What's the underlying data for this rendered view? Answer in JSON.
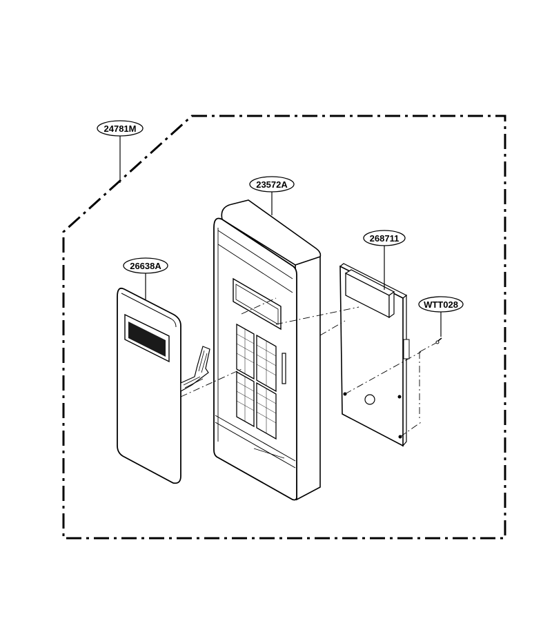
{
  "diagram": {
    "parts": [
      {
        "id": "assembly",
        "label": "24781M"
      },
      {
        "id": "control-panel-frame",
        "label": "23572A"
      },
      {
        "id": "membrane-keypad",
        "label": "26638A"
      },
      {
        "id": "pcb-board",
        "label": "268711"
      },
      {
        "id": "screw",
        "label": "WTT028"
      }
    ]
  }
}
